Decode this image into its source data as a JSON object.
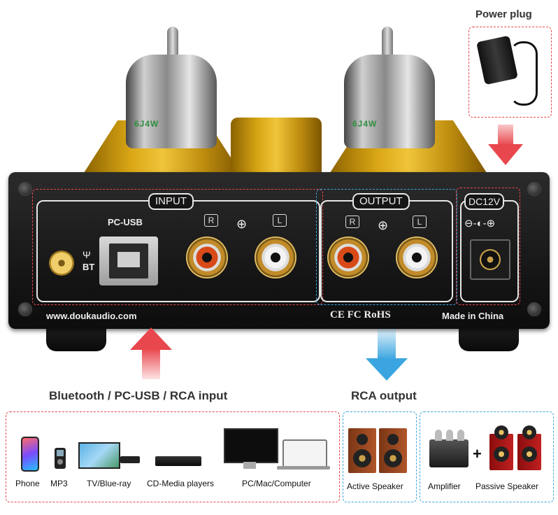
{
  "power_plug": {
    "title": "Power plug"
  },
  "tubes": {
    "left_print": "6J4W",
    "right_print": "6J4W"
  },
  "panel": {
    "input_label": "INPUT",
    "output_label": "OUTPUT",
    "dc_label": "DC12V",
    "pcusb_label": "PC-USB",
    "bt_label": "BT",
    "r_label": "R",
    "l_label": "L",
    "website": "www.doukaudio.com",
    "certs": "CE FC RoHS",
    "made_in": "Made in China",
    "polarity": "⊖-◐-⊕"
  },
  "captions": {
    "input_caption": "Bluetooth / PC-USB / RCA input",
    "output_caption": "RCA output"
  },
  "devices": {
    "phone": "Phone",
    "mp3": "MP3",
    "tv": "TV/Blue-ray",
    "cd": "CD-Media players",
    "pc": "PC/Mac/Computer",
    "active": "Active Speaker",
    "amplifier": "Amplifier",
    "plus": "+",
    "passive": "Passive Speaker"
  },
  "colors": {
    "input_accent": "#e8474d",
    "output_accent": "#3aa5e0",
    "gold": "#d9a615"
  }
}
